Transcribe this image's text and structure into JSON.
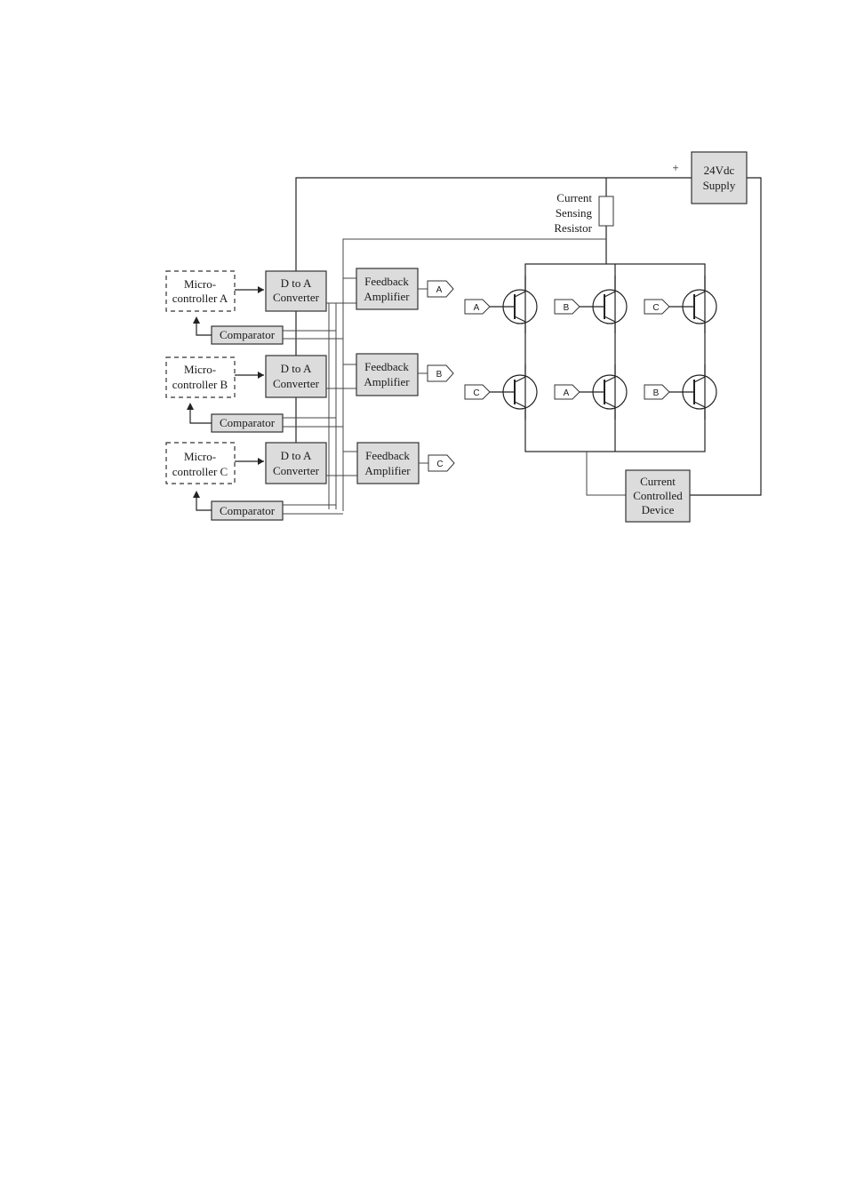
{
  "diagram": {
    "supply": {
      "line1": "24Vdc",
      "line2": "Supply",
      "plus": "+"
    },
    "resistor": {
      "line1": "Current",
      "line2": "Sensing",
      "line3": "Resistor"
    },
    "device": {
      "line1": "Current",
      "line2": "Controlled",
      "line3": "Device"
    },
    "channels": [
      {
        "mc_line1": "Micro-",
        "mc_line2": "controller A",
        "dac_line1": "D to A",
        "dac_line2": "Converter",
        "amp_line1": "Feedback",
        "amp_line2": "Amplifier",
        "comparator": "Comparator",
        "output_tag": "A"
      },
      {
        "mc_line1": "Micro-",
        "mc_line2": "controller B",
        "dac_line1": "D to A",
        "dac_line2": "Converter",
        "amp_line1": "Feedback",
        "amp_line2": "Amplifier",
        "comparator": "Comparator",
        "output_tag": "B"
      },
      {
        "mc_line1": "Micro-",
        "mc_line2": "controller C",
        "dac_line1": "D to A",
        "dac_line2": "Converter",
        "amp_line1": "Feedback",
        "amp_line2": "Amplifier",
        "comparator": "Comparator",
        "output_tag": "C"
      }
    ],
    "transistor_inputs": {
      "top": [
        "A",
        "B",
        "C"
      ],
      "bottom": [
        "C",
        "A",
        "B"
      ]
    }
  }
}
